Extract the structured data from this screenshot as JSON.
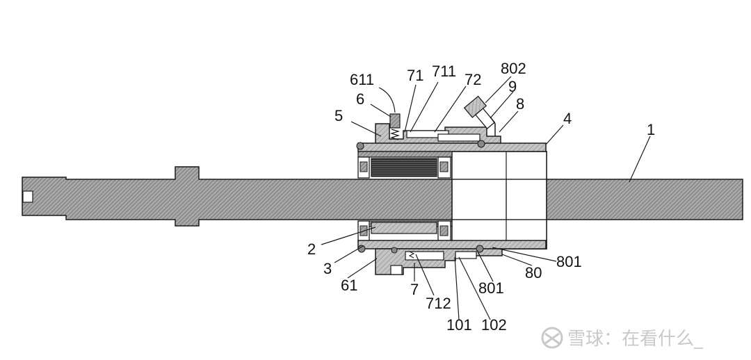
{
  "diagram": {
    "labels": {
      "l611": "611",
      "l71": "71",
      "l711": "711",
      "l72": "72",
      "l802": "802",
      "l9": "9",
      "l6": "6",
      "l8": "8",
      "l5": "5",
      "l4": "4",
      "l1": "1",
      "l2": "2",
      "l3": "3",
      "l61": "61",
      "l7": "7",
      "l712": "712",
      "l801a": "801",
      "l801b": "801",
      "l80": "80",
      "l101": "101",
      "l102": "102"
    }
  },
  "watermark": {
    "text": "雪球：在看什么_"
  },
  "colors": {
    "hatch": "#8a8a8a",
    "line": "#1a1a1a",
    "fill_light": "#d8d8d8"
  }
}
